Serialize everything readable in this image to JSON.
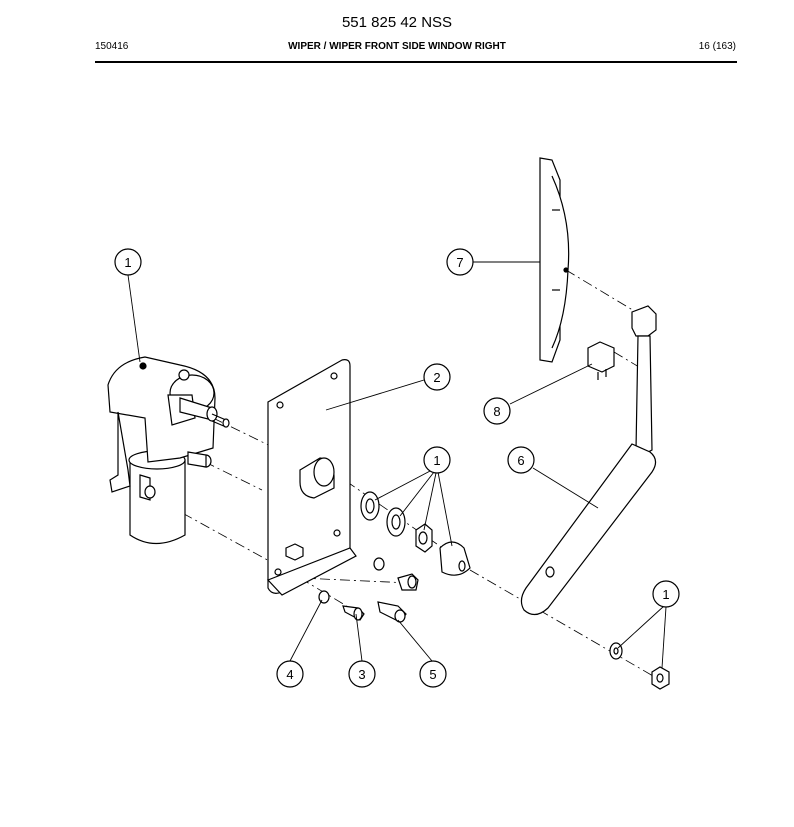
{
  "header": {
    "doc_number": "551 825 42 NSS",
    "page_code": "150416",
    "title": "WIPER / WIPER FRONT SIDE WINDOW RIGHT",
    "page_number": "16 (163)"
  },
  "callouts": [
    "1",
    "2",
    "1",
    "4",
    "3",
    "5",
    "7",
    "8",
    "6",
    "1"
  ]
}
